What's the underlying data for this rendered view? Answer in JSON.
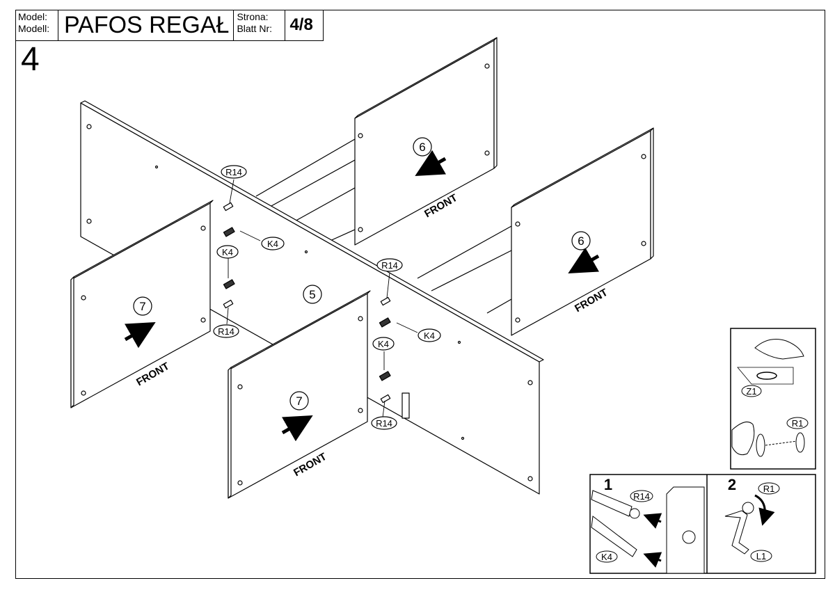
{
  "header": {
    "model_label_1": "Model:",
    "model_label_2": "Modell:",
    "model_name": "PAFOS REGAŁ",
    "page_label_1": "Strona:",
    "page_label_2": "Blatt Nr:",
    "page_number": "4/8"
  },
  "step": "4",
  "panels": {
    "p5": "5",
    "p6": "6",
    "p7": "7"
  },
  "front_label": "FRONT",
  "fittings": {
    "r14": "R14",
    "k4": "K4",
    "r1": "R1",
    "z1": "Z1",
    "l1": "L1"
  },
  "substeps": {
    "s1": "1",
    "s2": "2"
  }
}
